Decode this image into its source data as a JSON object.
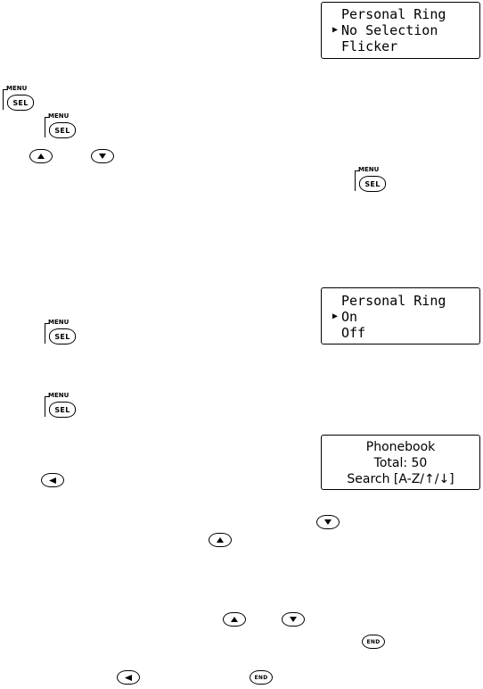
{
  "screens": [
    {
      "lines": [
        {
          "cursor": false,
          "text": "Personal Ring"
        },
        {
          "cursor": true,
          "text": "No Selection"
        },
        {
          "cursor": false,
          "text": "Flicker"
        }
      ]
    },
    {
      "lines": [
        {
          "cursor": false,
          "text": "Personal Ring"
        },
        {
          "cursor": true,
          "text": "On"
        },
        {
          "cursor": false,
          "text": "Off"
        }
      ]
    },
    {
      "lines": [
        {
          "text": "Phonebook"
        },
        {
          "text": "Total: 50"
        },
        {
          "text": "Search [A-Z/↑/↓]"
        }
      ]
    }
  ],
  "keys": {
    "menu_label": "MENU",
    "sel_label": "SEL",
    "end_label": "END"
  },
  "icons": {
    "cursor": "right-pointer-icon",
    "up": "up-arrow-icon",
    "down": "down-arrow-icon",
    "left": "left-arrow-icon"
  }
}
